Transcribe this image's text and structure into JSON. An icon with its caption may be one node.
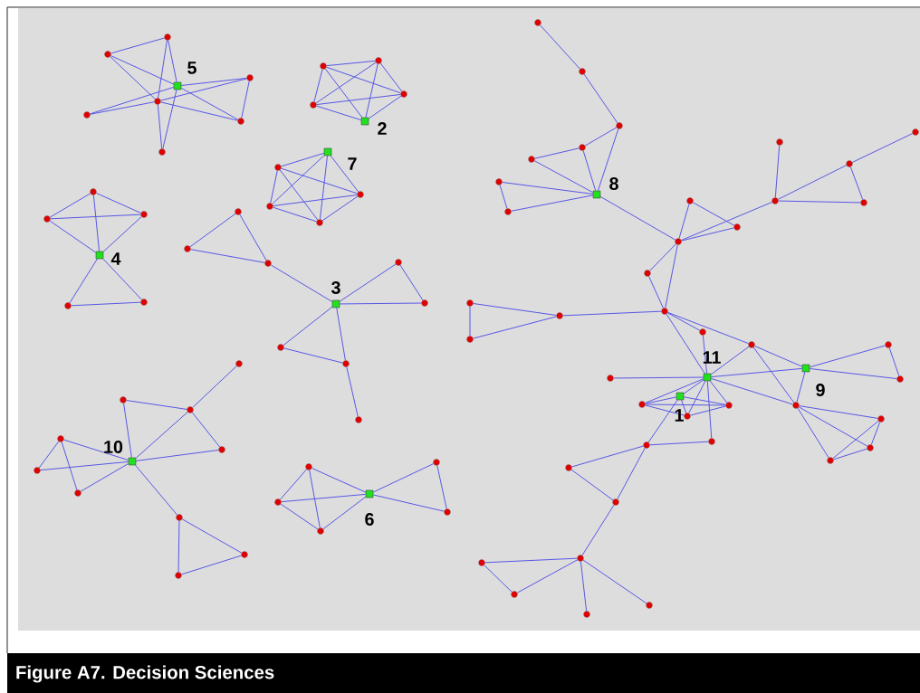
{
  "diagram": {
    "caption": "Figure A7. Decision Sciences",
    "nodes": [
      {
        "text": [],
        "shape": "circle"
      },
      {
        "text": [],
        "shape": "circle"
      },
      {
        "text": [],
        "shape": "box",
        "beside": [
          "5"
        ]
      },
      {
        "text": [],
        "shape": "circle"
      },
      {
        "text": [],
        "shape": "circle"
      },
      {
        "text": [],
        "shape": "circle"
      },
      {
        "text": [],
        "shape": "circle"
      },
      {
        "text": [],
        "shape": "circle"
      },
      {
        "text": [],
        "shape": "circle"
      },
      {
        "text": [],
        "shape": "circle"
      },
      {
        "text": [],
        "shape": "circle"
      },
      {
        "text": [],
        "shape": "box",
        "beside": [
          "4"
        ]
      },
      {
        "text": [],
        "shape": "circle"
      },
      {
        "text": [],
        "shape": "circle"
      },
      {
        "text": [],
        "shape": "circle"
      },
      {
        "text": [],
        "shape": "circle"
      },
      {
        "text": [],
        "shape": "circle"
      },
      {
        "text": [],
        "shape": "circle"
      },
      {
        "text": [],
        "shape": "box",
        "beside": [
          "2"
        ]
      },
      {
        "text": [],
        "shape": "box",
        "beside": [
          "7"
        ]
      },
      {
        "text": [],
        "shape": "circle"
      },
      {
        "text": [],
        "shape": "circle"
      },
      {
        "text": [],
        "shape": "circle"
      },
      {
        "text": [],
        "shape": "circle"
      },
      {
        "text": [],
        "shape": "circle"
      },
      {
        "text": [],
        "shape": "circle"
      },
      {
        "text": [],
        "shape": "circle"
      },
      {
        "text": [],
        "shape": "box",
        "beside": [
          "3"
        ]
      },
      {
        "text": [],
        "shape": "circle"
      },
      {
        "text": [],
        "shape": "circle"
      },
      {
        "text": [],
        "shape": "circle"
      },
      {
        "text": [],
        "shape": "circle"
      },
      {
        "text": [],
        "shape": "circle"
      },
      {
        "text": [],
        "shape": "circle"
      },
      {
        "text": [],
        "shape": "circle"
      },
      {
        "text": [],
        "shape": "circle"
      },
      {
        "text": [],
        "shape": "circle"
      },
      {
        "text": [],
        "shape": "circle"
      },
      {
        "text": [],
        "shape": "circle"
      },
      {
        "text": [],
        "shape": "box",
        "beside": [
          "8"
        ]
      },
      {
        "text": [],
        "shape": "circle"
      },
      {
        "text": [],
        "shape": "circle"
      },
      {
        "text": [],
        "shape": "circle"
      },
      {
        "text": [],
        "shape": "circle"
      },
      {
        "text": [],
        "shape": "circle"
      },
      {
        "text": [],
        "shape": "circle"
      },
      {
        "text": [],
        "shape": "circle"
      },
      {
        "text": [],
        "shape": "circle"
      },
      {
        "text": [],
        "shape": "circle"
      },
      {
        "text": [],
        "shape": "circle"
      },
      {
        "text": [],
        "shape": "circle"
      },
      {
        "text": [],
        "shape": "circle"
      },
      {
        "text": [],
        "shape": "circle"
      },
      {
        "text": [],
        "shape": "circle"
      },
      {
        "text": [],
        "shape": "circle"
      },
      {
        "text": [],
        "shape": "circle"
      },
      {
        "text": [],
        "shape": "box",
        "beside": [
          "11"
        ]
      },
      {
        "text": [],
        "shape": "circle"
      },
      {
        "text": [],
        "shape": "box",
        "beside": [
          "9"
        ]
      },
      {
        "text": [],
        "shape": "circle"
      },
      {
        "text": [],
        "shape": "circle"
      },
      {
        "text": [],
        "shape": "box",
        "beside": [
          "1"
        ]
      },
      {
        "text": [],
        "shape": "circle"
      },
      {
        "text": [],
        "shape": "circle"
      },
      {
        "text": [],
        "shape": "circle"
      },
      {
        "text": [],
        "shape": "circle"
      },
      {
        "text": [],
        "shape": "circle"
      },
      {
        "text": [],
        "shape": "circle"
      },
      {
        "text": [],
        "shape": "circle"
      },
      {
        "text": [],
        "shape": "circle"
      },
      {
        "text": [],
        "shape": "circle"
      },
      {
        "text": [],
        "shape": "circle"
      },
      {
        "text": [],
        "shape": "circle"
      },
      {
        "text": [],
        "shape": "circle"
      },
      {
        "text": [],
        "shape": "circle"
      },
      {
        "text": [],
        "shape": "circle"
      },
      {
        "text": [],
        "shape": "circle"
      },
      {
        "text": [],
        "shape": "circle"
      },
      {
        "text": [],
        "shape": "circle"
      },
      {
        "text": [],
        "shape": "circle"
      },
      {
        "text": [],
        "shape": "circle"
      },
      {
        "text": [],
        "shape": "circle"
      },
      {
        "text": [],
        "shape": "circle"
      },
      {
        "text": [],
        "shape": "box",
        "beside": [
          "10"
        ]
      },
      {
        "text": [],
        "shape": "circle"
      },
      {
        "text": [],
        "shape": "circle"
      },
      {
        "text": [],
        "shape": "circle"
      },
      {
        "text": [],
        "shape": "circle"
      },
      {
        "text": [],
        "shape": "circle"
      },
      {
        "text": [],
        "shape": "circle"
      },
      {
        "text": [],
        "shape": "circle"
      },
      {
        "text": [],
        "shape": "circle"
      },
      {
        "text": [],
        "shape": "box",
        "beside": [
          "6"
        ]
      },
      {
        "text": [],
        "shape": "circle"
      },
      {
        "text": [],
        "shape": "circle"
      }
    ],
    "edges": [
      {
        "from": 0,
        "to": 1,
        "arrow": "none"
      },
      {
        "from": 0,
        "to": 2,
        "arrow": "none"
      },
      {
        "from": 0,
        "to": 4,
        "arrow": "none"
      },
      {
        "from": 1,
        "to": 2,
        "arrow": "none"
      },
      {
        "from": 1,
        "to": 4,
        "arrow": "none"
      },
      {
        "from": 2,
        "to": 3,
        "arrow": "none"
      },
      {
        "from": 2,
        "to": 5,
        "arrow": "none"
      },
      {
        "from": 2,
        "to": 6,
        "arrow": "none"
      },
      {
        "from": 2,
        "to": 7,
        "arrow": "none"
      },
      {
        "from": 4,
        "to": 3,
        "arrow": "none"
      },
      {
        "from": 4,
        "to": 5,
        "arrow": "none"
      },
      {
        "from": 4,
        "to": 6,
        "arrow": "none"
      },
      {
        "from": 4,
        "to": 7,
        "arrow": "none"
      },
      {
        "from": 3,
        "to": 6,
        "arrow": "none"
      },
      {
        "from": 8,
        "to": 9,
        "arrow": "none"
      },
      {
        "from": 8,
        "to": 10,
        "arrow": "none"
      },
      {
        "from": 9,
        "to": 10,
        "arrow": "none"
      },
      {
        "from": 8,
        "to": 11,
        "arrow": "none"
      },
      {
        "from": 9,
        "to": 11,
        "arrow": "none"
      },
      {
        "from": 10,
        "to": 11,
        "arrow": "none"
      },
      {
        "from": 11,
        "to": 12,
        "arrow": "none"
      },
      {
        "from": 11,
        "to": 13,
        "arrow": "none"
      },
      {
        "from": 12,
        "to": 13,
        "arrow": "none"
      },
      {
        "from": 14,
        "to": 15,
        "arrow": "none"
      },
      {
        "from": 14,
        "to": 16,
        "arrow": "none"
      },
      {
        "from": 14,
        "to": 17,
        "arrow": "none"
      },
      {
        "from": 14,
        "to": 18,
        "arrow": "none"
      },
      {
        "from": 15,
        "to": 16,
        "arrow": "none"
      },
      {
        "from": 15,
        "to": 17,
        "arrow": "none"
      },
      {
        "from": 15,
        "to": 18,
        "arrow": "none"
      },
      {
        "from": 16,
        "to": 17,
        "arrow": "none"
      },
      {
        "from": 16,
        "to": 18,
        "arrow": "none"
      },
      {
        "from": 17,
        "to": 18,
        "arrow": "none"
      },
      {
        "from": 19,
        "to": 20,
        "arrow": "none"
      },
      {
        "from": 19,
        "to": 21,
        "arrow": "none"
      },
      {
        "from": 19,
        "to": 22,
        "arrow": "none"
      },
      {
        "from": 19,
        "to": 23,
        "arrow": "none"
      },
      {
        "from": 20,
        "to": 21,
        "arrow": "none"
      },
      {
        "from": 20,
        "to": 22,
        "arrow": "none"
      },
      {
        "from": 20,
        "to": 23,
        "arrow": "none"
      },
      {
        "from": 21,
        "to": 22,
        "arrow": "none"
      },
      {
        "from": 21,
        "to": 23,
        "arrow": "none"
      },
      {
        "from": 22,
        "to": 23,
        "arrow": "none"
      },
      {
        "from": 24,
        "to": 25,
        "arrow": "none"
      },
      {
        "from": 24,
        "to": 26,
        "arrow": "none"
      },
      {
        "from": 25,
        "to": 26,
        "arrow": "none"
      },
      {
        "from": 26,
        "to": 27,
        "arrow": "none"
      },
      {
        "from": 27,
        "to": 28,
        "arrow": "none"
      },
      {
        "from": 27,
        "to": 29,
        "arrow": "none"
      },
      {
        "from": 28,
        "to": 29,
        "arrow": "none"
      },
      {
        "from": 27,
        "to": 30,
        "arrow": "none"
      },
      {
        "from": 27,
        "to": 31,
        "arrow": "none"
      },
      {
        "from": 30,
        "to": 31,
        "arrow": "none"
      },
      {
        "from": 31,
        "to": 32,
        "arrow": "none"
      },
      {
        "from": 33,
        "to": 34,
        "arrow": "none"
      },
      {
        "from": 34,
        "to": 35,
        "arrow": "none"
      },
      {
        "from": 35,
        "to": 36,
        "arrow": "none"
      },
      {
        "from": 35,
        "to": 39,
        "arrow": "none"
      },
      {
        "from": 36,
        "to": 37,
        "arrow": "none"
      },
      {
        "from": 36,
        "to": 39,
        "arrow": "none"
      },
      {
        "from": 37,
        "to": 39,
        "arrow": "none"
      },
      {
        "from": 38,
        "to": 39,
        "arrow": "none"
      },
      {
        "from": 38,
        "to": 40,
        "arrow": "none"
      },
      {
        "from": 40,
        "to": 39,
        "arrow": "none"
      },
      {
        "from": 39,
        "to": 43,
        "arrow": "none"
      },
      {
        "from": 43,
        "to": 41,
        "arrow": "none"
      },
      {
        "from": 41,
        "to": 42,
        "arrow": "none"
      },
      {
        "from": 43,
        "to": 42,
        "arrow": "none"
      },
      {
        "from": 43,
        "to": 45,
        "arrow": "none"
      },
      {
        "from": 45,
        "to": 44,
        "arrow": "none"
      },
      {
        "from": 45,
        "to": 46,
        "arrow": "none"
      },
      {
        "from": 45,
        "to": 47,
        "arrow": "none"
      },
      {
        "from": 46,
        "to": 47,
        "arrow": "none"
      },
      {
        "from": 46,
        "to": 48,
        "arrow": "none"
      },
      {
        "from": 43,
        "to": 49,
        "arrow": "none"
      },
      {
        "from": 49,
        "to": 50,
        "arrow": "none"
      },
      {
        "from": 43,
        "to": 50,
        "arrow": "none"
      },
      {
        "from": 51,
        "to": 52,
        "arrow": "none"
      },
      {
        "from": 51,
        "to": 53,
        "arrow": "none"
      },
      {
        "from": 52,
        "to": 53,
        "arrow": "none"
      },
      {
        "from": 53,
        "to": 50,
        "arrow": "none"
      },
      {
        "from": 50,
        "to": 54,
        "arrow": "none"
      },
      {
        "from": 50,
        "to": 55,
        "arrow": "none"
      },
      {
        "from": 55,
        "to": 58,
        "arrow": "none"
      },
      {
        "from": 50,
        "to": 56,
        "arrow": "none"
      },
      {
        "from": 54,
        "to": 56,
        "arrow": "none"
      },
      {
        "from": 55,
        "to": 56,
        "arrow": "none"
      },
      {
        "from": 55,
        "to": 65,
        "arrow": "none"
      },
      {
        "from": 56,
        "to": 57,
        "arrow": "none"
      },
      {
        "from": 56,
        "to": 58,
        "arrow": "none"
      },
      {
        "from": 56,
        "to": 65,
        "arrow": "none"
      },
      {
        "from": 58,
        "to": 59,
        "arrow": "none"
      },
      {
        "from": 58,
        "to": 60,
        "arrow": "none"
      },
      {
        "from": 59,
        "to": 60,
        "arrow": "none"
      },
      {
        "from": 58,
        "to": 65,
        "arrow": "none"
      },
      {
        "from": 65,
        "to": 66,
        "arrow": "none"
      },
      {
        "from": 65,
        "to": 67,
        "arrow": "none"
      },
      {
        "from": 65,
        "to": 68,
        "arrow": "none"
      },
      {
        "from": 66,
        "to": 67,
        "arrow": "none"
      },
      {
        "from": 66,
        "to": 68,
        "arrow": "none"
      },
      {
        "from": 67,
        "to": 68,
        "arrow": "none"
      },
      {
        "from": 56,
        "to": 61,
        "arrow": "none"
      },
      {
        "from": 56,
        "to": 62,
        "arrow": "none"
      },
      {
        "from": 56,
        "to": 63,
        "arrow": "none"
      },
      {
        "from": 56,
        "to": 64,
        "arrow": "none"
      },
      {
        "from": 56,
        "to": 70,
        "arrow": "none"
      },
      {
        "from": 61,
        "to": 62,
        "arrow": "none"
      },
      {
        "from": 61,
        "to": 63,
        "arrow": "none"
      },
      {
        "from": 61,
        "to": 64,
        "arrow": "none"
      },
      {
        "from": 62,
        "to": 63,
        "arrow": "none"
      },
      {
        "from": 62,
        "to": 64,
        "arrow": "none"
      },
      {
        "from": 63,
        "to": 64,
        "arrow": "none"
      },
      {
        "from": 69,
        "to": 61,
        "arrow": "none"
      },
      {
        "from": 69,
        "to": 70,
        "arrow": "none"
      },
      {
        "from": 69,
        "to": 71,
        "arrow": "none"
      },
      {
        "from": 69,
        "to": 72,
        "arrow": "none"
      },
      {
        "from": 71,
        "to": 72,
        "arrow": "none"
      },
      {
        "from": 72,
        "to": 73,
        "arrow": "none"
      },
      {
        "from": 73,
        "to": 74,
        "arrow": "none"
      },
      {
        "from": 73,
        "to": 75,
        "arrow": "none"
      },
      {
        "from": 74,
        "to": 75,
        "arrow": "none"
      },
      {
        "from": 73,
        "to": 76,
        "arrow": "none"
      },
      {
        "from": 73,
        "to": 77,
        "arrow": "none"
      },
      {
        "from": 78,
        "to": 80,
        "arrow": "none"
      },
      {
        "from": 79,
        "to": 80,
        "arrow": "none"
      },
      {
        "from": 79,
        "to": 83,
        "arrow": "none"
      },
      {
        "from": 80,
        "to": 83,
        "arrow": "none"
      },
      {
        "from": 80,
        "to": 84,
        "arrow": "none"
      },
      {
        "from": 83,
        "to": 84,
        "arrow": "none"
      },
      {
        "from": 81,
        "to": 83,
        "arrow": "none"
      },
      {
        "from": 81,
        "to": 82,
        "arrow": "none"
      },
      {
        "from": 81,
        "to": 85,
        "arrow": "none"
      },
      {
        "from": 82,
        "to": 83,
        "arrow": "none"
      },
      {
        "from": 85,
        "to": 83,
        "arrow": "none"
      },
      {
        "from": 83,
        "to": 86,
        "arrow": "none"
      },
      {
        "from": 86,
        "to": 87,
        "arrow": "none"
      },
      {
        "from": 86,
        "to": 88,
        "arrow": "none"
      },
      {
        "from": 87,
        "to": 88,
        "arrow": "none"
      },
      {
        "from": 89,
        "to": 90,
        "arrow": "none"
      },
      {
        "from": 89,
        "to": 91,
        "arrow": "none"
      },
      {
        "from": 89,
        "to": 92,
        "arrow": "none"
      },
      {
        "from": 90,
        "to": 92,
        "arrow": "none"
      },
      {
        "from": 90,
        "to": 91,
        "arrow": "none"
      },
      {
        "from": 91,
        "to": 92,
        "arrow": "none"
      },
      {
        "from": 92,
        "to": 93,
        "arrow": "none"
      },
      {
        "from": 92,
        "to": 94,
        "arrow": "none"
      },
      {
        "from": 93,
        "to": 94,
        "arrow": "none"
      }
    ]
  }
}
